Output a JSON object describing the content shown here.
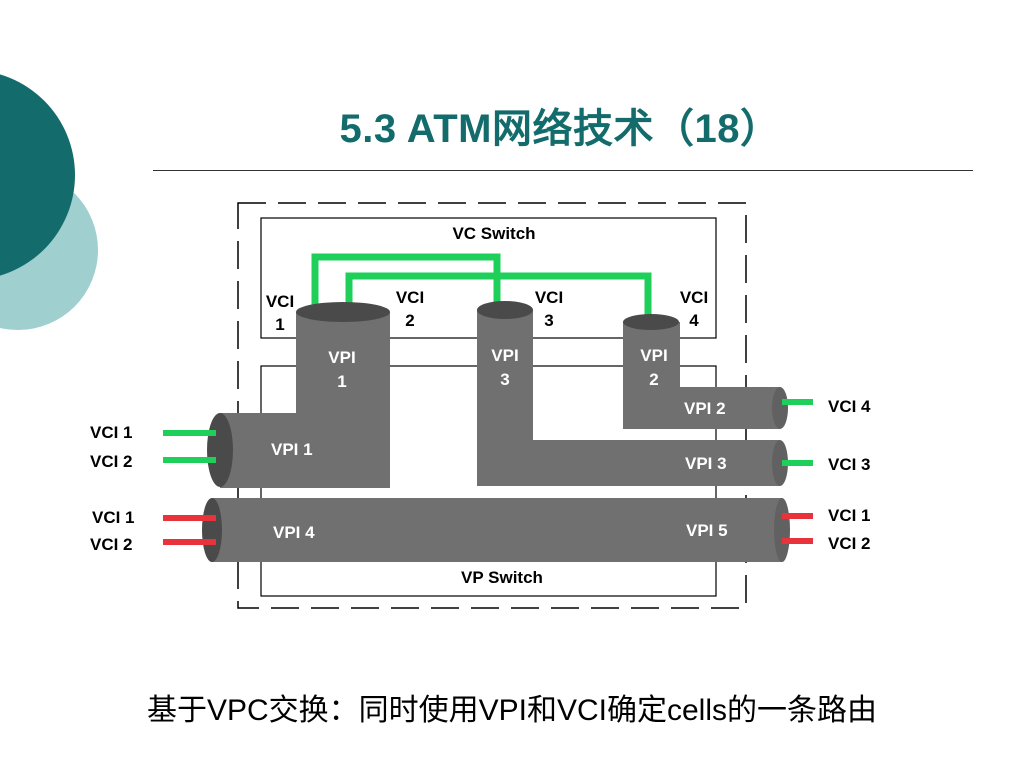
{
  "title": "5.3 ATM网络技术（18）",
  "caption": "基于VPC交换：同时使用VPI和VCI确定cells的一条路由",
  "colors": {
    "teal_dark": "#136b6b",
    "teal_light": "#9fcfcf",
    "pipe": "#707070",
    "pipe_dark": "#4a4a4a",
    "green": "#1ecf5a",
    "red": "#e8323c"
  },
  "diagram": {
    "vc_switch": "VC Switch",
    "vp_switch": "VP Switch",
    "vc_ports": {
      "p1": [
        "VCI",
        "1"
      ],
      "p2": [
        "VCI",
        "2"
      ],
      "p3": [
        "VCI",
        "3"
      ],
      "p4": [
        "VCI",
        "4"
      ]
    },
    "vertical_pipes": {
      "v1": [
        "VPI",
        "1"
      ],
      "v3": [
        "VPI",
        "3"
      ],
      "v2": [
        "VPI",
        "2"
      ]
    },
    "pipes": {
      "left_top": "VPI 1",
      "left_bottom": "VPI 4",
      "right_top": "VPI 2",
      "right_mid": "VPI 3",
      "right_bottom": "VPI 5"
    },
    "left_labels": {
      "g1": "VCI 1",
      "g2": "VCI 2",
      "r1": "VCI 1",
      "r2": "VCI 2"
    },
    "right_labels": {
      "g4": "VCI 4",
      "g3": "VCI 3",
      "r1": "VCI 1",
      "r2": "VCI 2"
    }
  }
}
